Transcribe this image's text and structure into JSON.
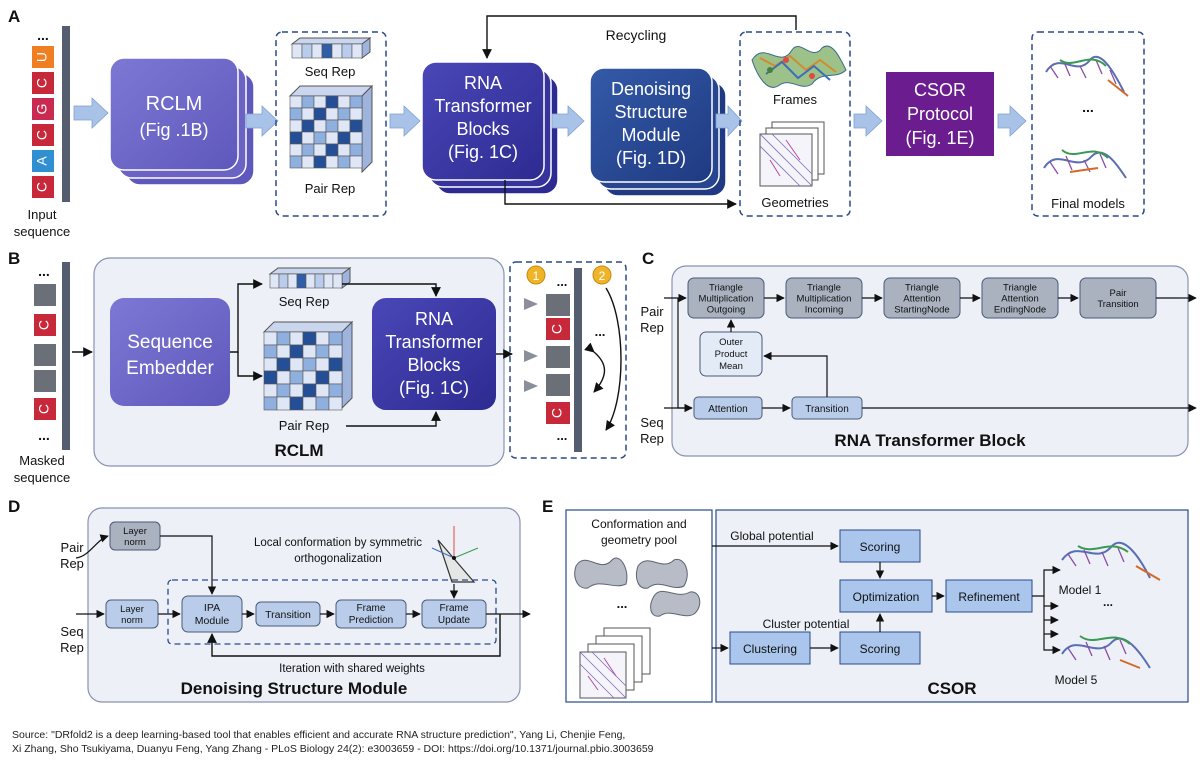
{
  "panel_a": {
    "letter": "A",
    "seq_tokens": [
      "U",
      "C",
      "G",
      "C",
      "A",
      "C"
    ],
    "ellipsis": "...",
    "input_label": [
      "Input",
      "sequence"
    ],
    "rclm_box": [
      "RCLM",
      "(Fig .1B)"
    ],
    "seq_rep": "Seq Rep",
    "pair_rep": "Pair Rep",
    "transformer_box": [
      "RNA",
      "Transformer",
      "Blocks",
      "(Fig. 1C)"
    ],
    "denoising_box": [
      "Denoising",
      "Structure",
      "Module",
      "(Fig. 1D)"
    ],
    "recycling": "Recycling",
    "frames": "Frames",
    "geometries": "Geometries",
    "csor_box": [
      "CSOR",
      "Protocol",
      "(Fig. 1E)"
    ],
    "final_models": "Final models"
  },
  "panel_b": {
    "letter": "B",
    "masked_tokens": [
      "C",
      "C"
    ],
    "masked_label": [
      "Masked",
      "sequence"
    ],
    "embedder_box": [
      "Sequence",
      "Embedder"
    ],
    "seq_rep": "Seq Rep",
    "pair_rep": "Pair Rep",
    "transformer_box": [
      "RNA",
      "Transformer",
      "Blocks",
      "(Fig. 1C)"
    ],
    "title": "RCLM",
    "badge_1": "1",
    "badge_2": "2",
    "out_tokens": [
      "C",
      "C"
    ]
  },
  "panel_c": {
    "letter": "C",
    "pair_rep": [
      "Pair",
      "Rep"
    ],
    "seq_rep": [
      "Seq",
      "Rep"
    ],
    "modules": [
      [
        "Triangle",
        "Multiplication",
        "Outgoing"
      ],
      [
        "Triangle",
        "Multiplication",
        "Incoming"
      ],
      [
        "Triangle",
        "Attention",
        "StartingNode"
      ],
      [
        "Triangle",
        "Attention",
        "EndingNode"
      ],
      [
        "Pair",
        "Transition"
      ]
    ],
    "outer_product": [
      "Outer",
      "Product",
      "Mean"
    ],
    "attention": "Attention",
    "transition": "Transition",
    "title": "RNA Transformer Block"
  },
  "panel_d": {
    "letter": "D",
    "pair_rep": [
      "Pair",
      "Rep"
    ],
    "seq_rep": [
      "Seq",
      "Rep"
    ],
    "layer_norm_top": [
      "Layer",
      "norm"
    ],
    "layer_norm_bottom": [
      "Layer",
      "norm"
    ],
    "local_conf": [
      "Local conformation by symmetric",
      "orthogonalization"
    ],
    "ipa": [
      "IPA",
      "Module"
    ],
    "transition": "Transition",
    "frame_prediction": [
      "Frame",
      "Prediction"
    ],
    "frame_update": [
      "Frame",
      "Update"
    ],
    "iteration": "Iteration with shared weights",
    "title": "Denoising Structure Module"
  },
  "panel_e": {
    "letter": "E",
    "pool": [
      "Conformation and",
      "geometry pool"
    ],
    "ellipsis": "...",
    "global_potential": "Global potential",
    "cluster_potential": "Cluster potential",
    "scoring_top": "Scoring",
    "scoring_bottom": "Scoring",
    "optimization": "Optimization",
    "refinement": "Refinement",
    "clustering": "Clustering",
    "model_1": "Model 1",
    "model_5": "Model 5",
    "title": "CSOR"
  },
  "source": [
    "Source: \"DRfold2 is a deep learning-based tool that enables efficient and accurate RNA structure prediction\", Yang Li, Chenjie Feng,",
    "Xi Zhang, Sho Tsukiyama, Duanyu Feng, Yang Zhang - PLoS Biology 24(2): e3003659 - DOI: https://doi.org/10.1371/journal.pbio.3003659"
  ],
  "colors": {
    "U": "#f07e22",
    "C": "#c8293a",
    "G": "#c92a52",
    "A": "#2f8fd0",
    "purple_box": "#6f67c6",
    "transformer_box": "#3c3aa3",
    "denoising_box": "#25408f",
    "csor_box": "#6b1d8f",
    "dash": "#2a4a8a",
    "panel_fill": "#eef0f8",
    "module_grey": "#aab2c0",
    "light_blue": "#b9cdea",
    "arrow": "#a9c3e8"
  }
}
